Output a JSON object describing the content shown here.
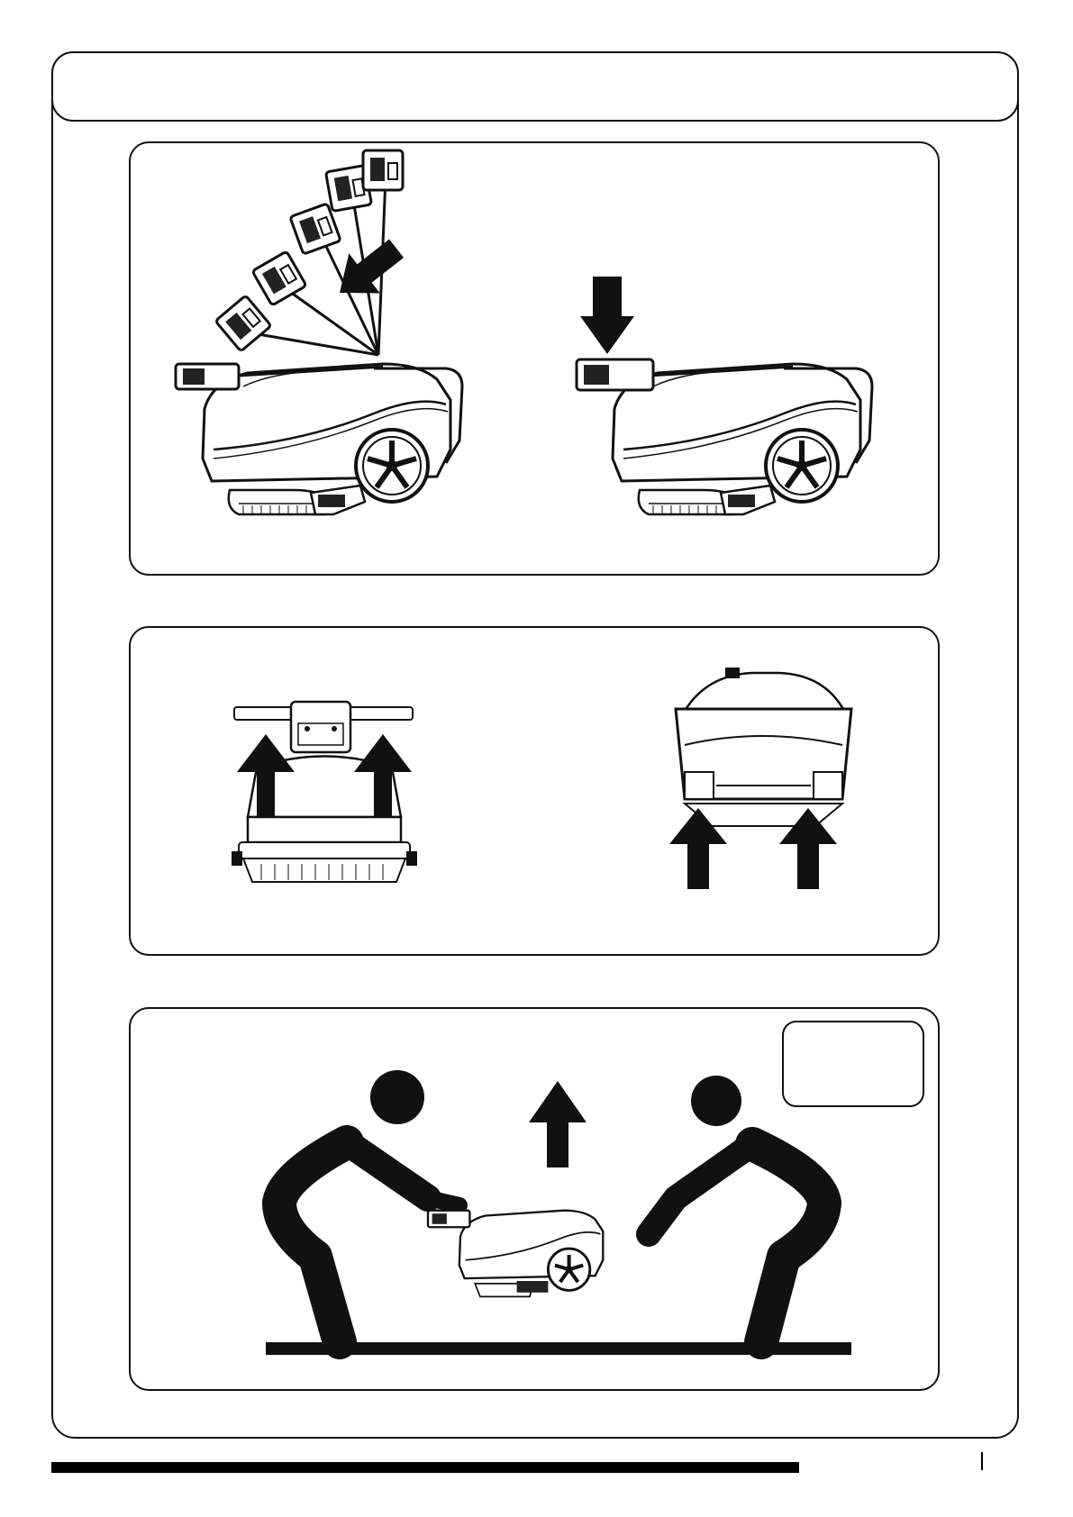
{
  "header": {
    "title": ""
  },
  "panels": [
    {
      "figures": [
        "handle-fold-sequence",
        "handle-folded-press-down"
      ]
    },
    {
      "figures": [
        "lift-point-front-view",
        "lift-point-rear-view"
      ]
    },
    {
      "figures": [
        "two-person-lift"
      ],
      "badge_text": ""
    }
  ],
  "icons": {
    "arrow_diag": "arrow-down-left-icon",
    "arrow_down": "arrow-down-icon",
    "arrow_up": "arrow-up-icon",
    "person": "person-lifting-icon"
  },
  "colors": {
    "ink": "#111111",
    "paper": "#ffffff"
  },
  "footer": {
    "page_number": ""
  }
}
